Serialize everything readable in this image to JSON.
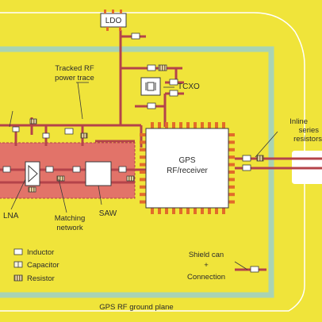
{
  "colors": {
    "board": "#f0e43a",
    "shield": "#a9d3b4",
    "trace": "#b4434a",
    "red_zone": "#e27369",
    "red_zone_edge": "#b4434a",
    "pad": "#e26b2a",
    "chip": "#ffffff",
    "leader": "#3a3a3a"
  },
  "labels": {
    "ldo": "LDO",
    "tracked_rf_1": "Tracked RF",
    "tracked_rf_2": "power trace",
    "tcxo": "TCXO",
    "inline_1": "Inline",
    "inline_2": "series",
    "inline_3": "resistors",
    "gps_1": "GPS",
    "gps_2": "RF/receiver",
    "lna": "LNA",
    "matching_1": "Matching",
    "matching_2": "network",
    "saw": "SAW",
    "shield_1": "Shield can",
    "shield_2": "+",
    "shield_3": "Connection",
    "ground_plane": "GPS RF ground plane"
  },
  "legend": [
    {
      "label": "Inductor",
      "icon": "inductor-icon"
    },
    {
      "label": "Capacitor",
      "icon": "capacitor-icon"
    },
    {
      "label": "Resistor",
      "icon": "resistor-icon"
    }
  ]
}
